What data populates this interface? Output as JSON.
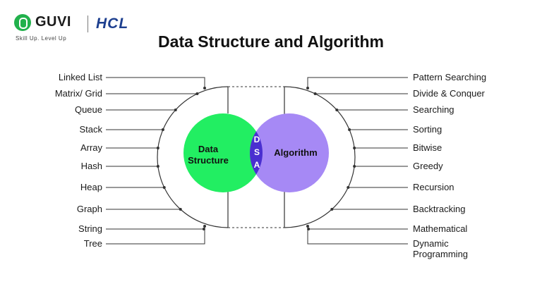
{
  "brand": {
    "name": "GUVI",
    "partner": "HCL",
    "tagline": "Skill Up. Level Up"
  },
  "title": "Data Structure and Algorithm",
  "diagram": {
    "left_circle_label": [
      "Data",
      "Structure"
    ],
    "right_circle_label": "Algorithm",
    "overlap_letters": [
      "D",
      "S",
      "A"
    ],
    "colors": {
      "left_circle": "#22ee62",
      "right_circle": "#a689f5",
      "overlap": "#4a2fd0",
      "line": "#333333"
    },
    "left_items": [
      "Linked List",
      "Matrix/ Grid",
      "Queue",
      "Stack",
      "Array",
      "Hash",
      "Heap",
      "Graph",
      "String",
      "Tree"
    ],
    "right_items": [
      "Pattern Searching",
      "Divide & Conquer",
      "Searching",
      "Sorting",
      "Bitwise",
      "Greedy",
      "Recursion",
      "Backtracking",
      "Mathematical",
      "Dynamic Programming"
    ]
  }
}
